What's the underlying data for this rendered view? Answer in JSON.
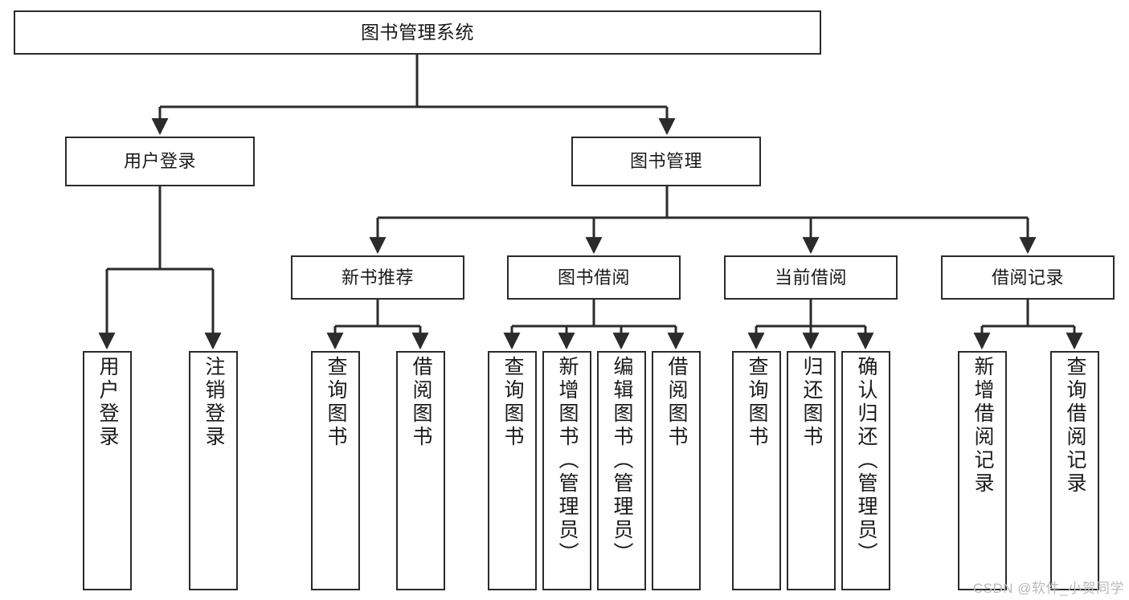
{
  "diagram": {
    "type": "tree-hierarchy",
    "title": "图书管理系统",
    "watermark": "CSDN @软件_小贺同学",
    "colors": {
      "stroke": "#2b2b2b",
      "fill": "#ffffff",
      "text": "#1a1a1a",
      "watermark": "#b9b9b9"
    },
    "levels": [
      {
        "level": 0,
        "nodes": [
          {
            "id": "root",
            "label": "图书管理系统"
          }
        ]
      },
      {
        "level": 1,
        "nodes": [
          {
            "id": "login",
            "label": "用户登录",
            "parent": "root"
          },
          {
            "id": "bookmgmt",
            "label": "图书管理",
            "parent": "root"
          }
        ]
      },
      {
        "level": 2,
        "nodes": [
          {
            "id": "newbook",
            "label": "新书推荐",
            "parent": "bookmgmt"
          },
          {
            "id": "borrow",
            "label": "图书借阅",
            "parent": "bookmgmt"
          },
          {
            "id": "current",
            "label": "当前借阅",
            "parent": "bookmgmt"
          },
          {
            "id": "records",
            "label": "借阅记录",
            "parent": "bookmgmt"
          }
        ]
      },
      {
        "level": 3,
        "nodes": [
          {
            "id": "leaf-1",
            "label": "用户登录",
            "parent": "login"
          },
          {
            "id": "leaf-2",
            "label": "注销登录",
            "parent": "login"
          },
          {
            "id": "leaf-3",
            "label": "查询图书",
            "parent": "newbook"
          },
          {
            "id": "leaf-4",
            "label": "借阅图书",
            "parent": "newbook"
          },
          {
            "id": "leaf-5",
            "label": "查询图书",
            "parent": "borrow"
          },
          {
            "id": "leaf-6",
            "label": "新增图书（管理员）",
            "parent": "borrow"
          },
          {
            "id": "leaf-7",
            "label": "编辑图书（管理员）",
            "parent": "borrow"
          },
          {
            "id": "leaf-8",
            "label": "借阅图书",
            "parent": "borrow"
          },
          {
            "id": "leaf-9",
            "label": "查询图书",
            "parent": "current"
          },
          {
            "id": "leaf-10",
            "label": "归还图书",
            "parent": "current"
          },
          {
            "id": "leaf-11",
            "label": "确认归还（管理员）",
            "parent": "current"
          },
          {
            "id": "leaf-12",
            "label": "新增借阅记录",
            "parent": "records"
          },
          {
            "id": "leaf-13",
            "label": "查询借阅记录",
            "parent": "records"
          }
        ]
      }
    ]
  }
}
